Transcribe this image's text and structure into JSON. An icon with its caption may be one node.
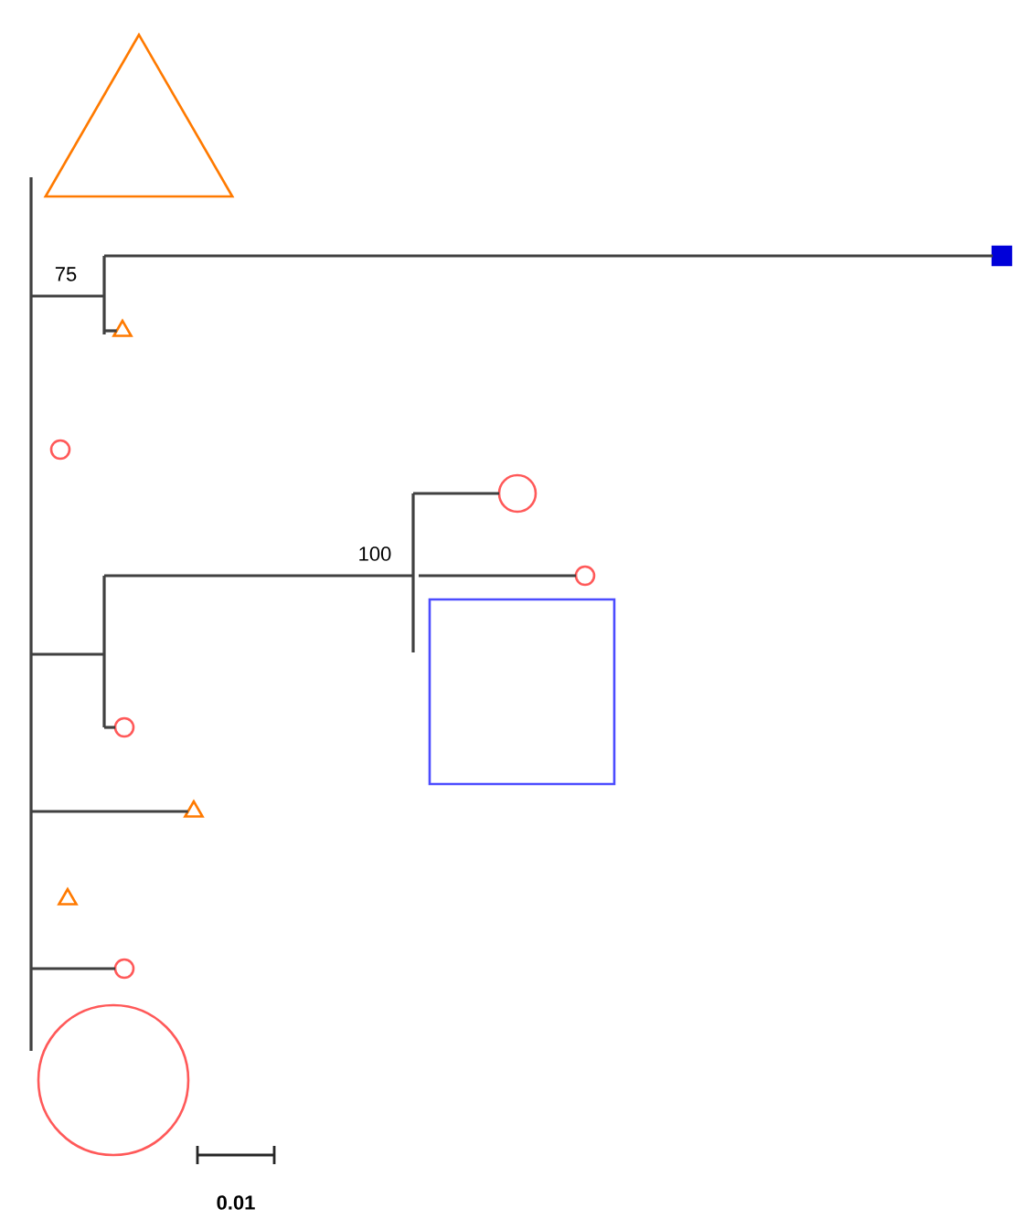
{
  "diagram": {
    "nodes": [
      {
        "text": [],
        "shape": "triangle"
      },
      {
        "text": [],
        "shape": "box"
      },
      {
        "text": [],
        "shape": "triangle"
      },
      {
        "text": [],
        "shape": "circle"
      },
      {
        "text": [],
        "shape": "circle"
      },
      {
        "text": [],
        "shape": "circle"
      },
      {
        "text": [],
        "shape": "box"
      },
      {
        "text": [],
        "shape": "circle"
      },
      {
        "text": [],
        "shape": "triangle"
      },
      {
        "text": [],
        "shape": "triangle"
      },
      {
        "text": [],
        "shape": "circle"
      },
      {
        "text": [],
        "shape": "circle"
      }
    ],
    "edges": [
      {
        "from": null,
        "to": 1,
        "arrow": "none"
      },
      {
        "from": null,
        "to": 2,
        "arrow": "none"
      },
      {
        "from": null,
        "to": 4,
        "arrow": "none"
      },
      {
        "from": null,
        "to": 5,
        "arrow": "none"
      },
      {
        "from": null,
        "to": 7,
        "arrow": "none"
      },
      {
        "from": null,
        "to": 8,
        "arrow": "none"
      },
      {
        "from": null,
        "to": 10,
        "arrow": "none"
      }
    ],
    "labels": [
      "75",
      "100",
      "0.01"
    ]
  }
}
